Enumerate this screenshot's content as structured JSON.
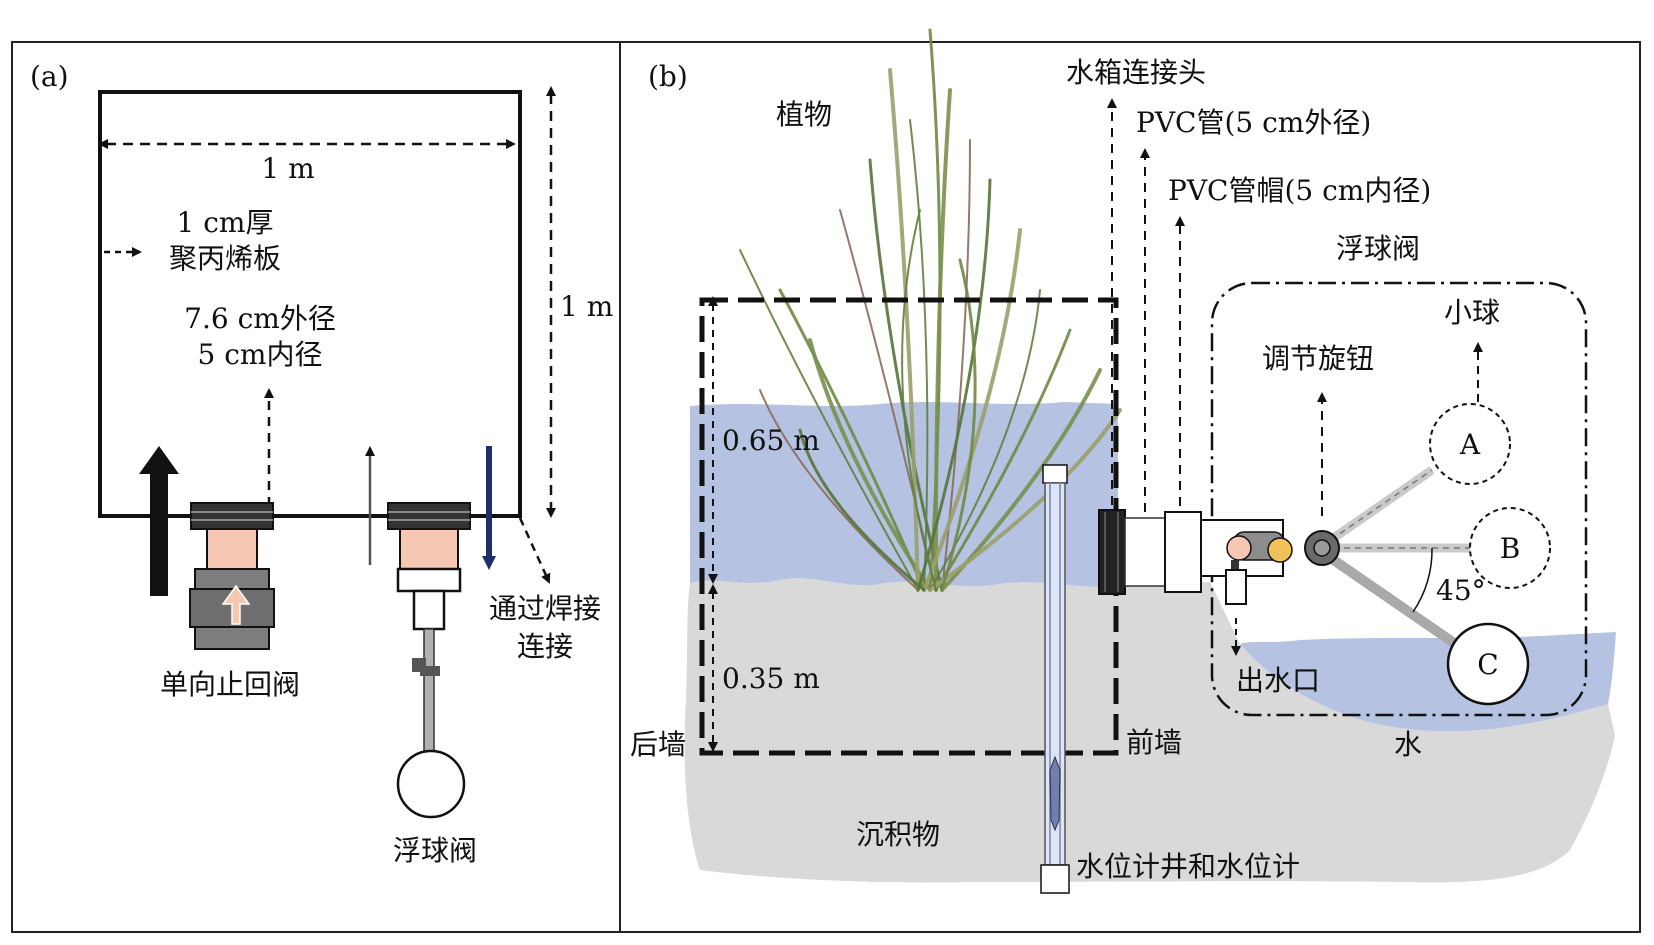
{
  "panel_a": {
    "tag": "(a)",
    "width_label": "1 m",
    "height_label": "1 m",
    "board_label_1": "1 cm厚",
    "board_label_2": "聚丙烯板",
    "pipe_label_1": "7.6 cm外径",
    "pipe_label_2": "5 cm内径",
    "weld_label_1": "通过焊接",
    "weld_label_2": "连接",
    "check_valve_label": "单向止回阀",
    "float_valve_label": "浮球阀"
  },
  "panel_b": {
    "tag": "(b)",
    "plant_label": "植物",
    "tank_connector_label": "水箱连接头",
    "pvc_pipe_label": "PVC管(5 cm外径)",
    "pvc_cap_label": "PVC管帽(5 cm内径)",
    "float_valve_label": "浮球阀",
    "small_ball_label": "小球",
    "knob_label": "调节旋钮",
    "water_depth_label": "0.65 m",
    "sediment_depth_label": "0.35 m",
    "back_wall_label": "后墙",
    "front_wall_label": "前墙",
    "outlet_label": "出水口",
    "water_label": "水",
    "sediment_label": "沉积物",
    "well_label": "水位计井和水位计",
    "ball_a": "A",
    "ball_b": "B",
    "ball_c": "C",
    "angle_label": "45°"
  },
  "colors": {
    "water": "#b6c2e2",
    "sediment": "#d9d9d9",
    "plant": "#5f7f3e",
    "valve_body": "#f6c8b4",
    "knob_yellow": "#f2c25a",
    "line": "#111111"
  }
}
